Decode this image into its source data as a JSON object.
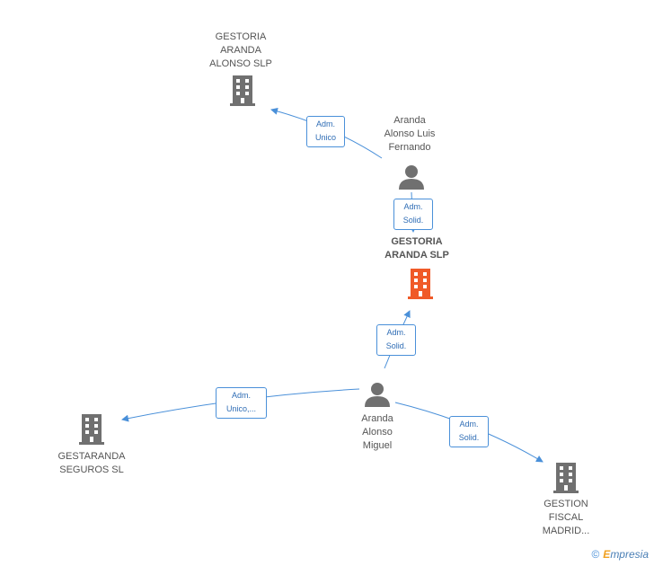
{
  "nodes": {
    "gestoria_aranda_alonso": "GESTORIA\nARANDA\nALONSO SLP",
    "aranda_alonso_luis_fernando": "Aranda\nAlonso Luis\nFernando",
    "gestoria_aranda": "GESTORIA\nARANDA SLP",
    "aranda_alonso_miguel": "Aranda\nAlonso\nMiguel",
    "gestaranda_seguros": "GESTARANDA\nSEGUROS SL",
    "gestion_fiscal": "GESTION\nFISCAL\nMADRID..."
  },
  "edges": {
    "luis_to_gestoria_alonso": "Adm.\nUnico",
    "luis_to_gestoria_aranda": "Adm.\nSolid.",
    "miguel_to_gestoria_aranda": "Adm.\nSolid.",
    "miguel_to_gestaranda": "Adm.\nUnico,...",
    "miguel_to_gestion_fiscal": "Adm.\nSolid."
  },
  "footer": {
    "copyright": "©",
    "brand_first": "E",
    "brand_rest": "mpresia"
  },
  "colors": {
    "edge": "#4a90d9",
    "icon": "#707070",
    "highlight": "#f05a28"
  }
}
